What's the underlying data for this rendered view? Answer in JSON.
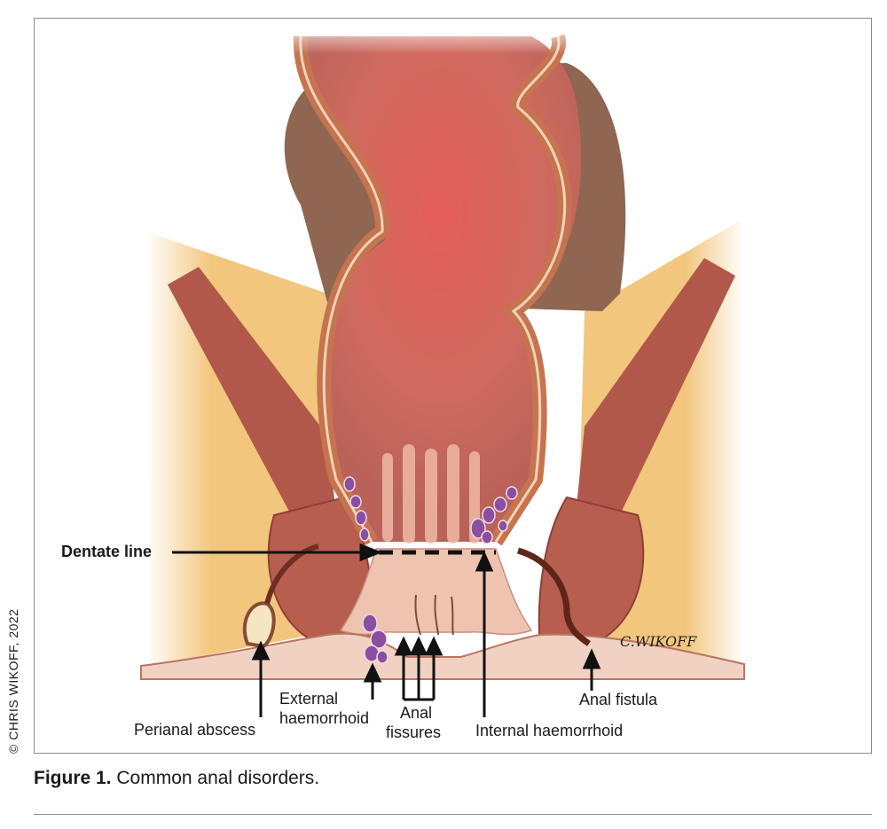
{
  "figure": {
    "copyright": "© CHRIS WIKOFF, 2022",
    "caption_label": "Figure 1.",
    "caption_text": " Common anal disorders.",
    "signature": "C.WIKOFF"
  },
  "labels": {
    "dentate_line": "Dentate line",
    "perianal_abscess": "Perianal abscess",
    "external_haemorrhoid_1": "External",
    "external_haemorrhoid_2": "haemorrhoid",
    "anal_fissures_1": "Anal",
    "anal_fissures_2": "fissures",
    "internal_haemorrhoid": "Internal haemorrhoid",
    "anal_fistula": "Anal fistula"
  },
  "colors": {
    "fat": "#f2c67d",
    "muscle": "#b2584a",
    "rectum": "#d96862",
    "mucosa": "#eec4b0",
    "vessel": "#8a4f9e",
    "arrow": "#111111",
    "frame": "#8a8a8a"
  }
}
